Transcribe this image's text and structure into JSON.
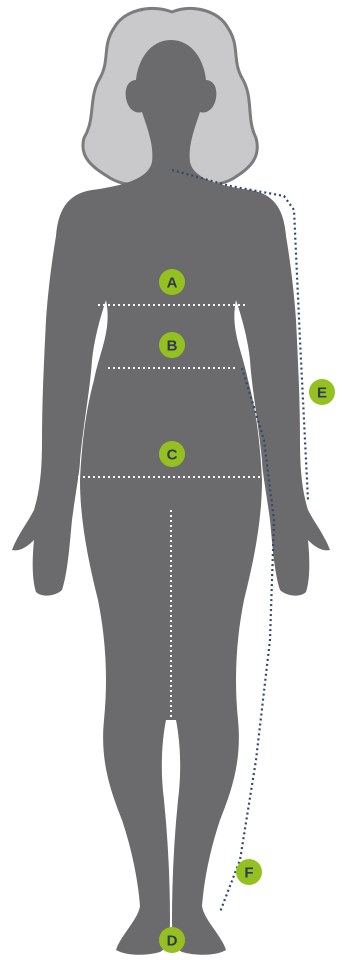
{
  "colors": {
    "background": "#ffffff",
    "body": "#6b6b6d",
    "hair": "#c9c9cb",
    "hair_outline": "#7c7c7e",
    "marker_fill": "#94c11f",
    "marker_text": "#2f3a52",
    "white_line": "#ffffff",
    "dotted_line": "#2e4a6e"
  },
  "markers": [
    {
      "id": "A",
      "label": "A"
    },
    {
      "id": "B",
      "label": "B"
    },
    {
      "id": "C",
      "label": "C"
    },
    {
      "id": "D",
      "label": "D"
    },
    {
      "id": "E",
      "label": "E"
    },
    {
      "id": "F",
      "label": "F"
    }
  ]
}
